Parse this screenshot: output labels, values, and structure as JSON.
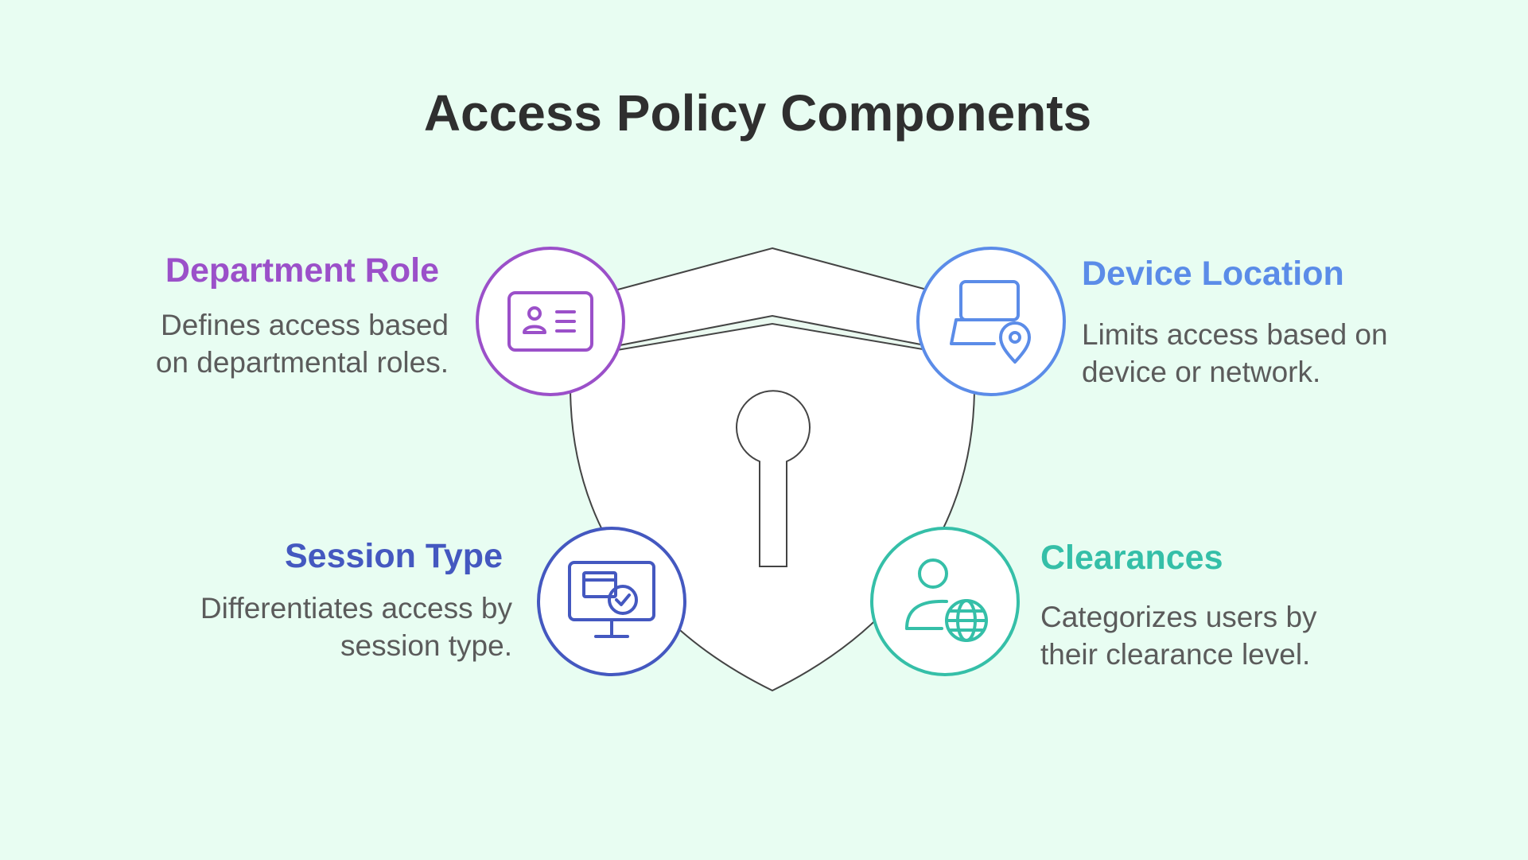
{
  "title": "Access Policy Components",
  "components": [
    {
      "heading": "Department Role",
      "description_line1": "Defines access based",
      "description_line2": "on departmental roles.",
      "color": "#9b50c9",
      "icon": "id-card-icon"
    },
    {
      "heading": "Device Location",
      "description_line1": "Limits access based on",
      "description_line2": "device or network.",
      "color": "#5b8ce8",
      "icon": "laptop-location-icon"
    },
    {
      "heading": "Session Type",
      "description_line1": "Differentiates access by",
      "description_line2": "session type.",
      "color": "#4458c0",
      "icon": "monitor-check-icon"
    },
    {
      "heading": "Clearances",
      "description_line1": "Categorizes users by",
      "description_line2": "their clearance level.",
      "color": "#35bfa8",
      "icon": "user-globe-icon"
    }
  ],
  "central_icon": "shield-keyhole-icon"
}
